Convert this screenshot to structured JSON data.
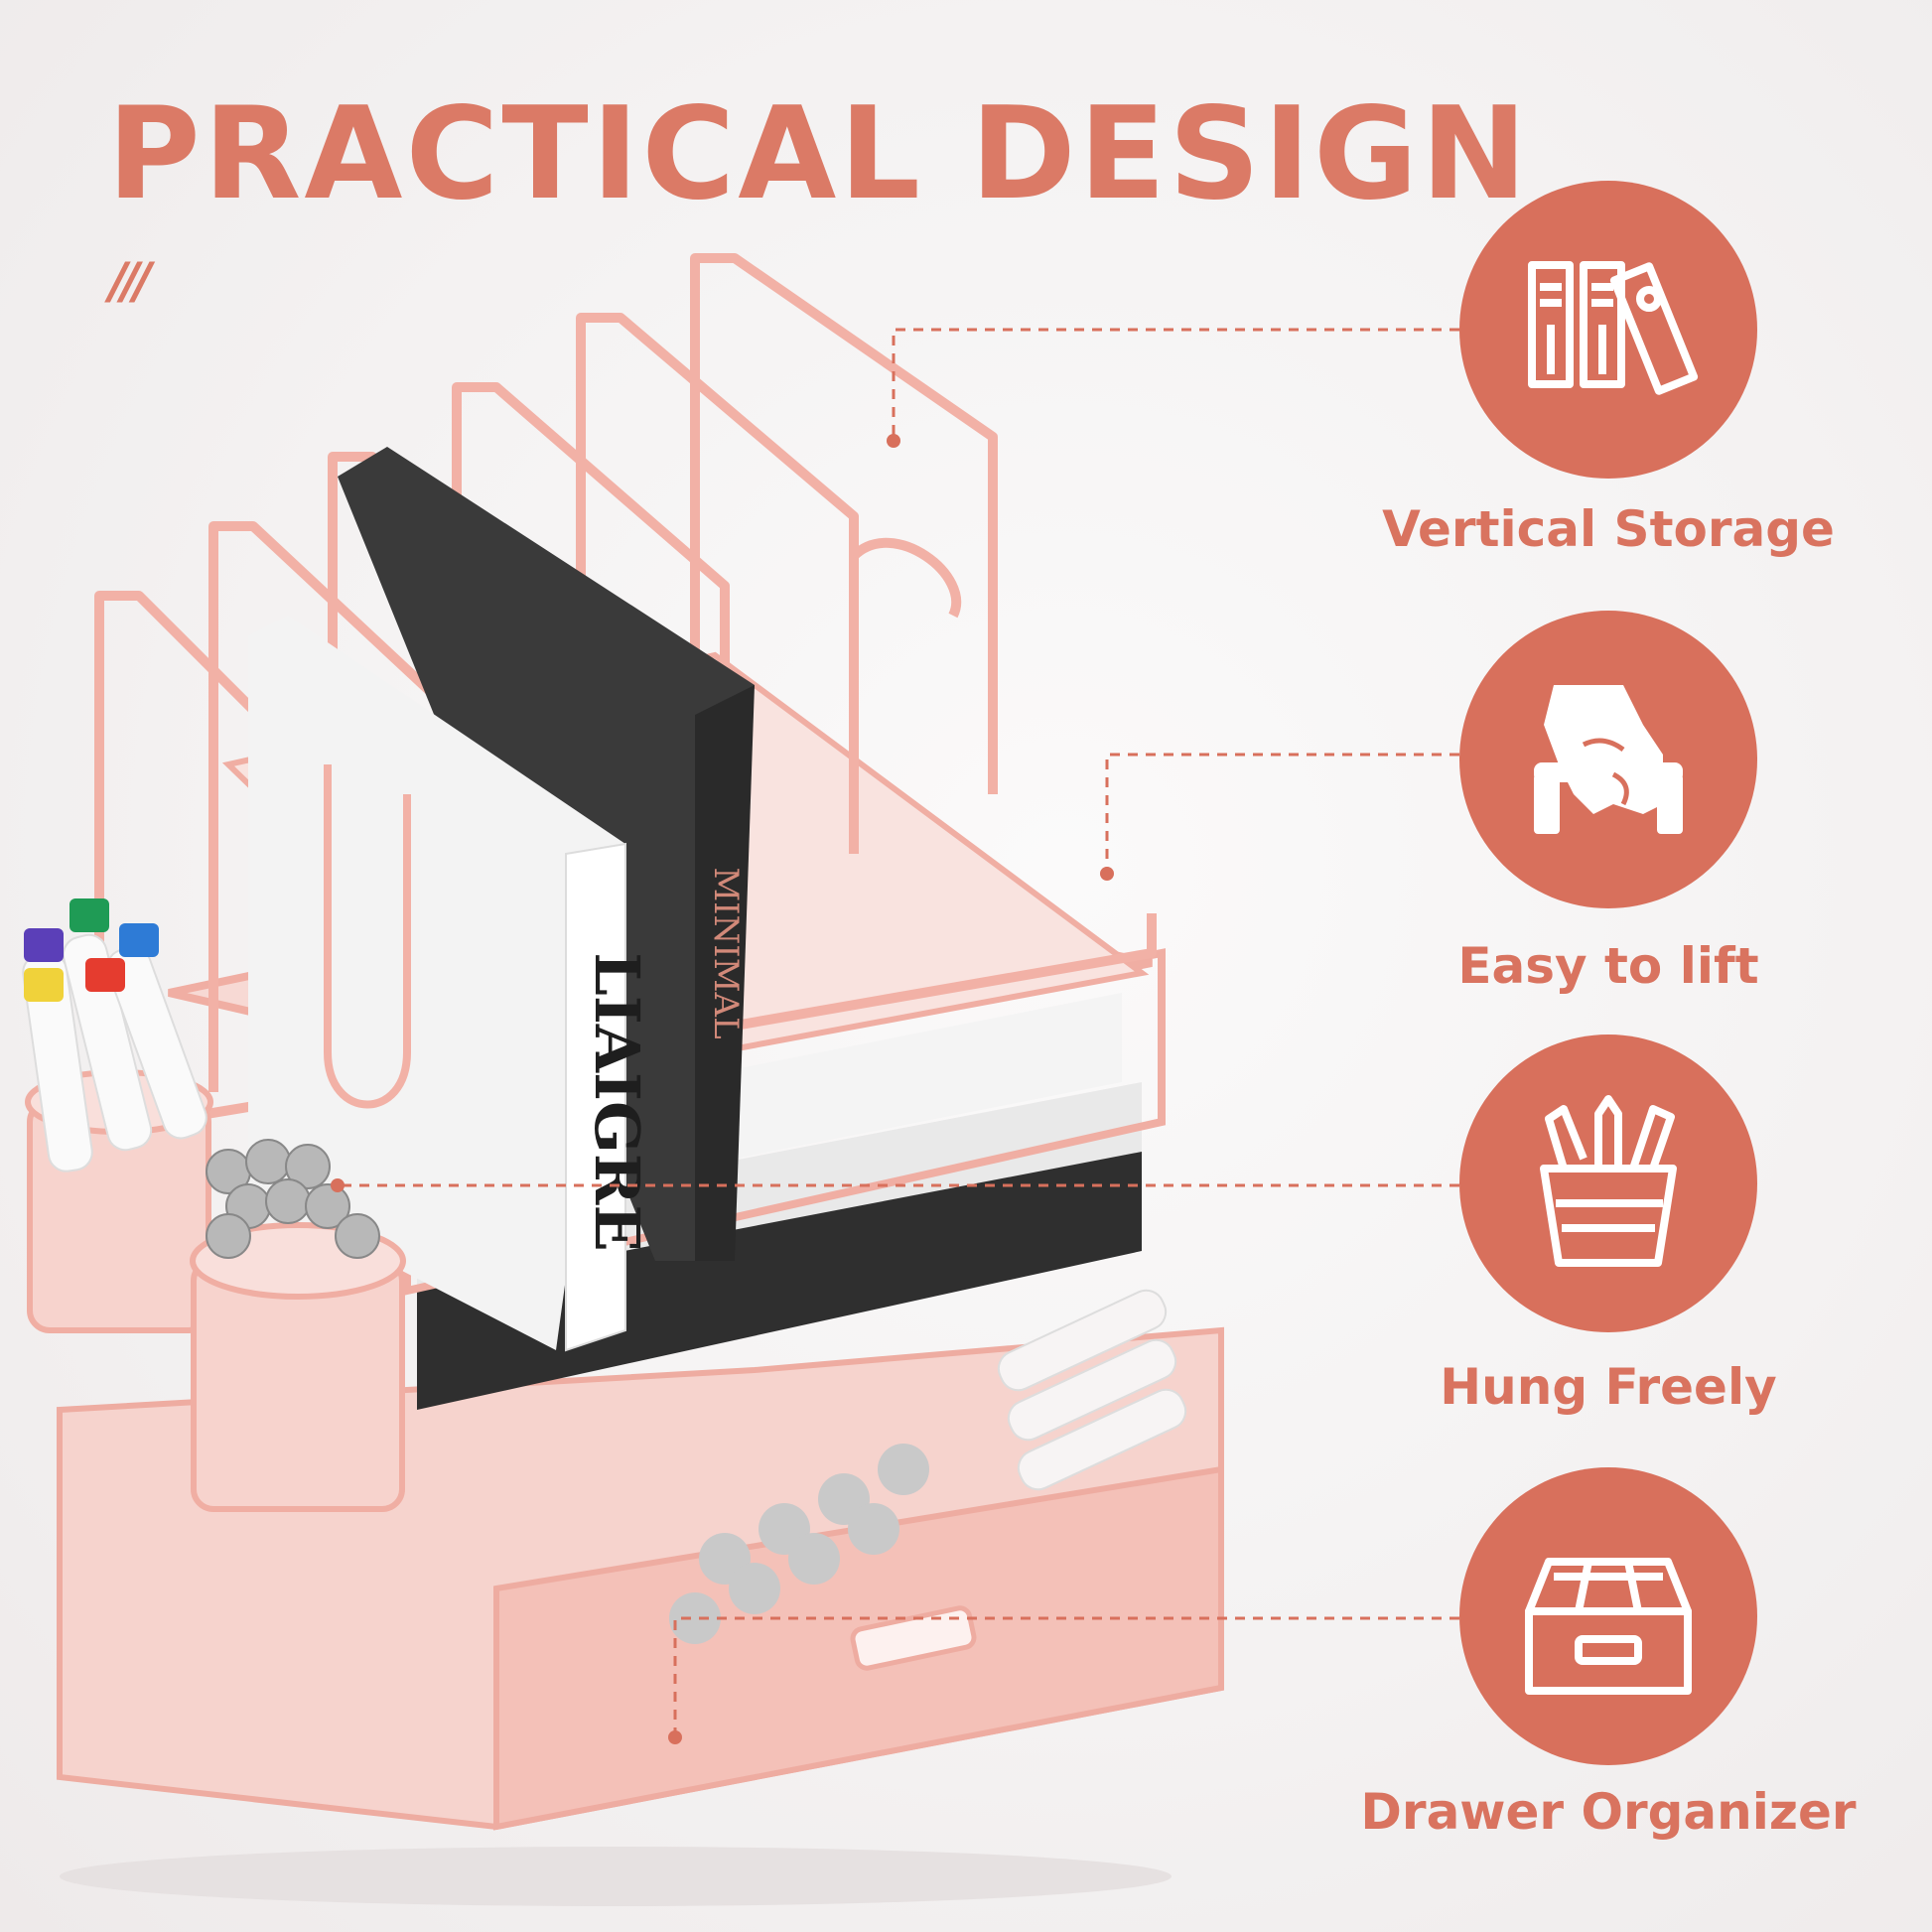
{
  "header": {
    "title": "PRACTICAL DESIGN",
    "decoration": "///"
  },
  "colors": {
    "accent": "#d8705c",
    "accent_text": "#d9735f",
    "product_pink": "#f2b9b0",
    "background": "#f3f1f1"
  },
  "features": [
    {
      "label": "Vertical Storage",
      "icon": "binders-icon"
    },
    {
      "label": "Easy to lift",
      "icon": "hand-lift-icon"
    },
    {
      "label": "Hung Freely",
      "icon": "pencil-cup-icon"
    },
    {
      "label": "Drawer Organizer",
      "icon": "drawer-icon"
    }
  ],
  "product": {
    "book_spine_white": "LIAIGRE",
    "book_spine_black": "MINIMAL"
  }
}
